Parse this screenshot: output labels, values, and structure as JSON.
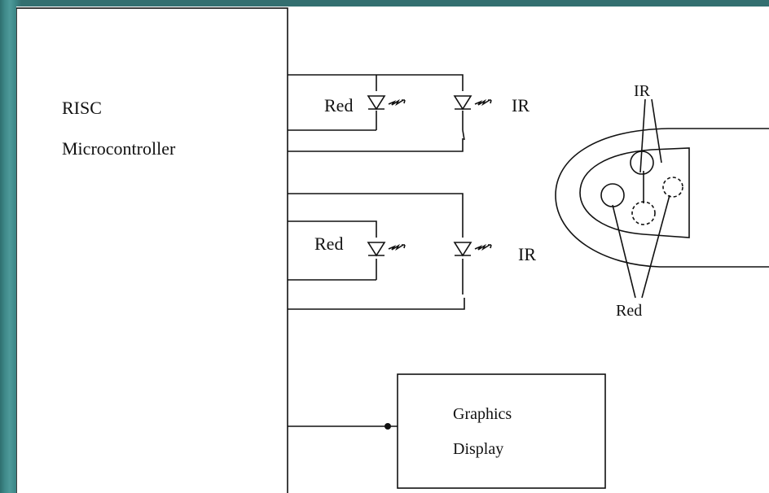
{
  "diagram": {
    "controller": {
      "line1": "RISC",
      "line2": "Microcontroller"
    },
    "led_pair_1": {
      "red_label": "Red",
      "ir_label": "IR"
    },
    "led_pair_2": {
      "red_label": "Red",
      "ir_label": "IR"
    },
    "finger_probe": {
      "ir_label": "IR",
      "red_label": "Red"
    },
    "display": {
      "line1": "Graphics",
      "line2": "Display"
    },
    "colors": {
      "line": "#111111",
      "canvas": "#ffffff",
      "frame": "#3f8a8a"
    }
  }
}
